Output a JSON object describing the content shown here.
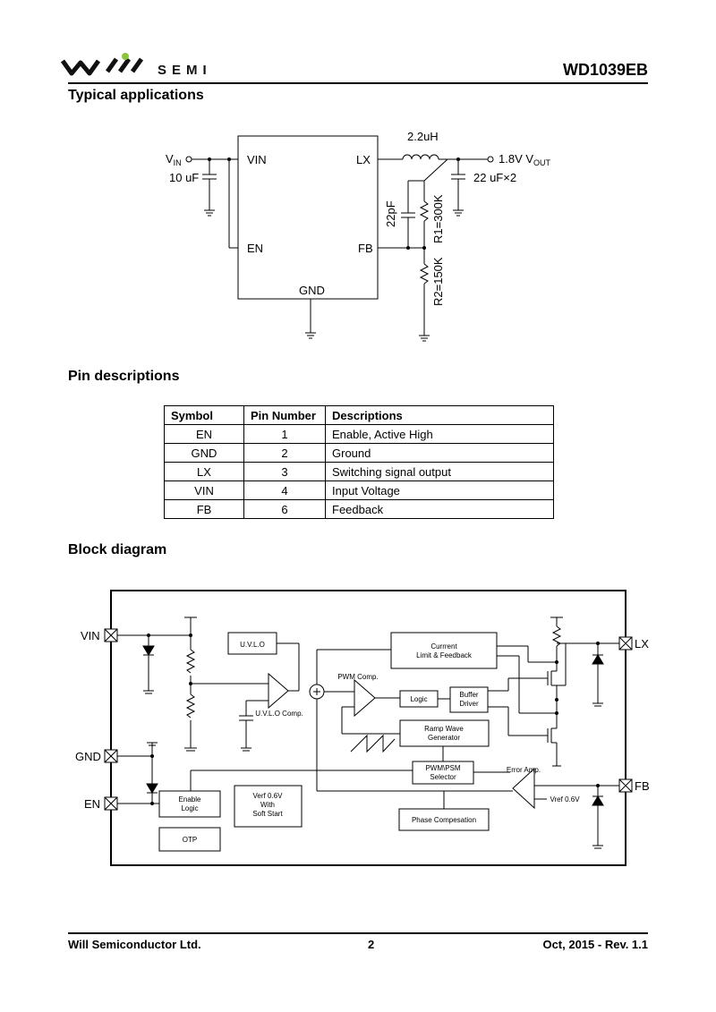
{
  "header": {
    "logo_text": "SEMI",
    "part_number": "WD1039EB"
  },
  "sections": {
    "typical_applications": "Typical applications",
    "pin_descriptions": "Pin descriptions",
    "block_diagram": "Block diagram"
  },
  "typical_app": {
    "vin_label": "V",
    "vin_sub": "IN",
    "cin": "10 uF",
    "ic_pins": {
      "vin": "VIN",
      "en": "EN",
      "lx": "LX",
      "fb": "FB",
      "gnd": "GND"
    },
    "inductor": "2.2uH",
    "vout_label": "1.8V V",
    "vout_sub": "OUT",
    "cout": "22 uF×2",
    "cff": "22pF",
    "r1": "R1=300K",
    "r2": "R2=150K"
  },
  "pin_table": {
    "headers": [
      "Symbol",
      "Pin Number",
      "Descriptions"
    ],
    "rows": [
      [
        "EN",
        "1",
        "Enable, Active High"
      ],
      [
        "GND",
        "2",
        "Ground"
      ],
      [
        "LX",
        "3",
        "Switching signal output"
      ],
      [
        "VIN",
        "4",
        "Input Voltage"
      ],
      [
        "FB",
        "6",
        "Feedback"
      ]
    ]
  },
  "block": {
    "pins": {
      "vin": "VIN",
      "gnd": "GND",
      "en": "EN",
      "lx": "LX",
      "fb": "FB"
    },
    "uvlo": "U.V.L.O",
    "uvlo_comp": "U.V.L.O Comp.",
    "pwm_comp": "PWM Comp.",
    "current_limit_1": "Currrent",
    "current_limit_2": "Limit & Feedback",
    "logic": "Logic",
    "buffer_1": "Buffer",
    "buffer_2": "Driver",
    "ramp_1": "Ramp Wave",
    "ramp_2": "Generator",
    "pwm_psm_1": "PWM\\PSM",
    "pwm_psm_2": "Selector",
    "error_amp": "Error Amp.",
    "vref": "Vref 0.6V",
    "enable_1": "Enable",
    "enable_2": "Logic",
    "verf_1": "Verf 0.6V",
    "verf_2": "With",
    "verf_3": "Soft Start",
    "otp": "OTP",
    "phase": "Phase Compesation"
  },
  "footer": {
    "company": "Will Semiconductor Ltd.",
    "page": "2",
    "date_rev": "Oct, 2015 - Rev. 1.1"
  }
}
